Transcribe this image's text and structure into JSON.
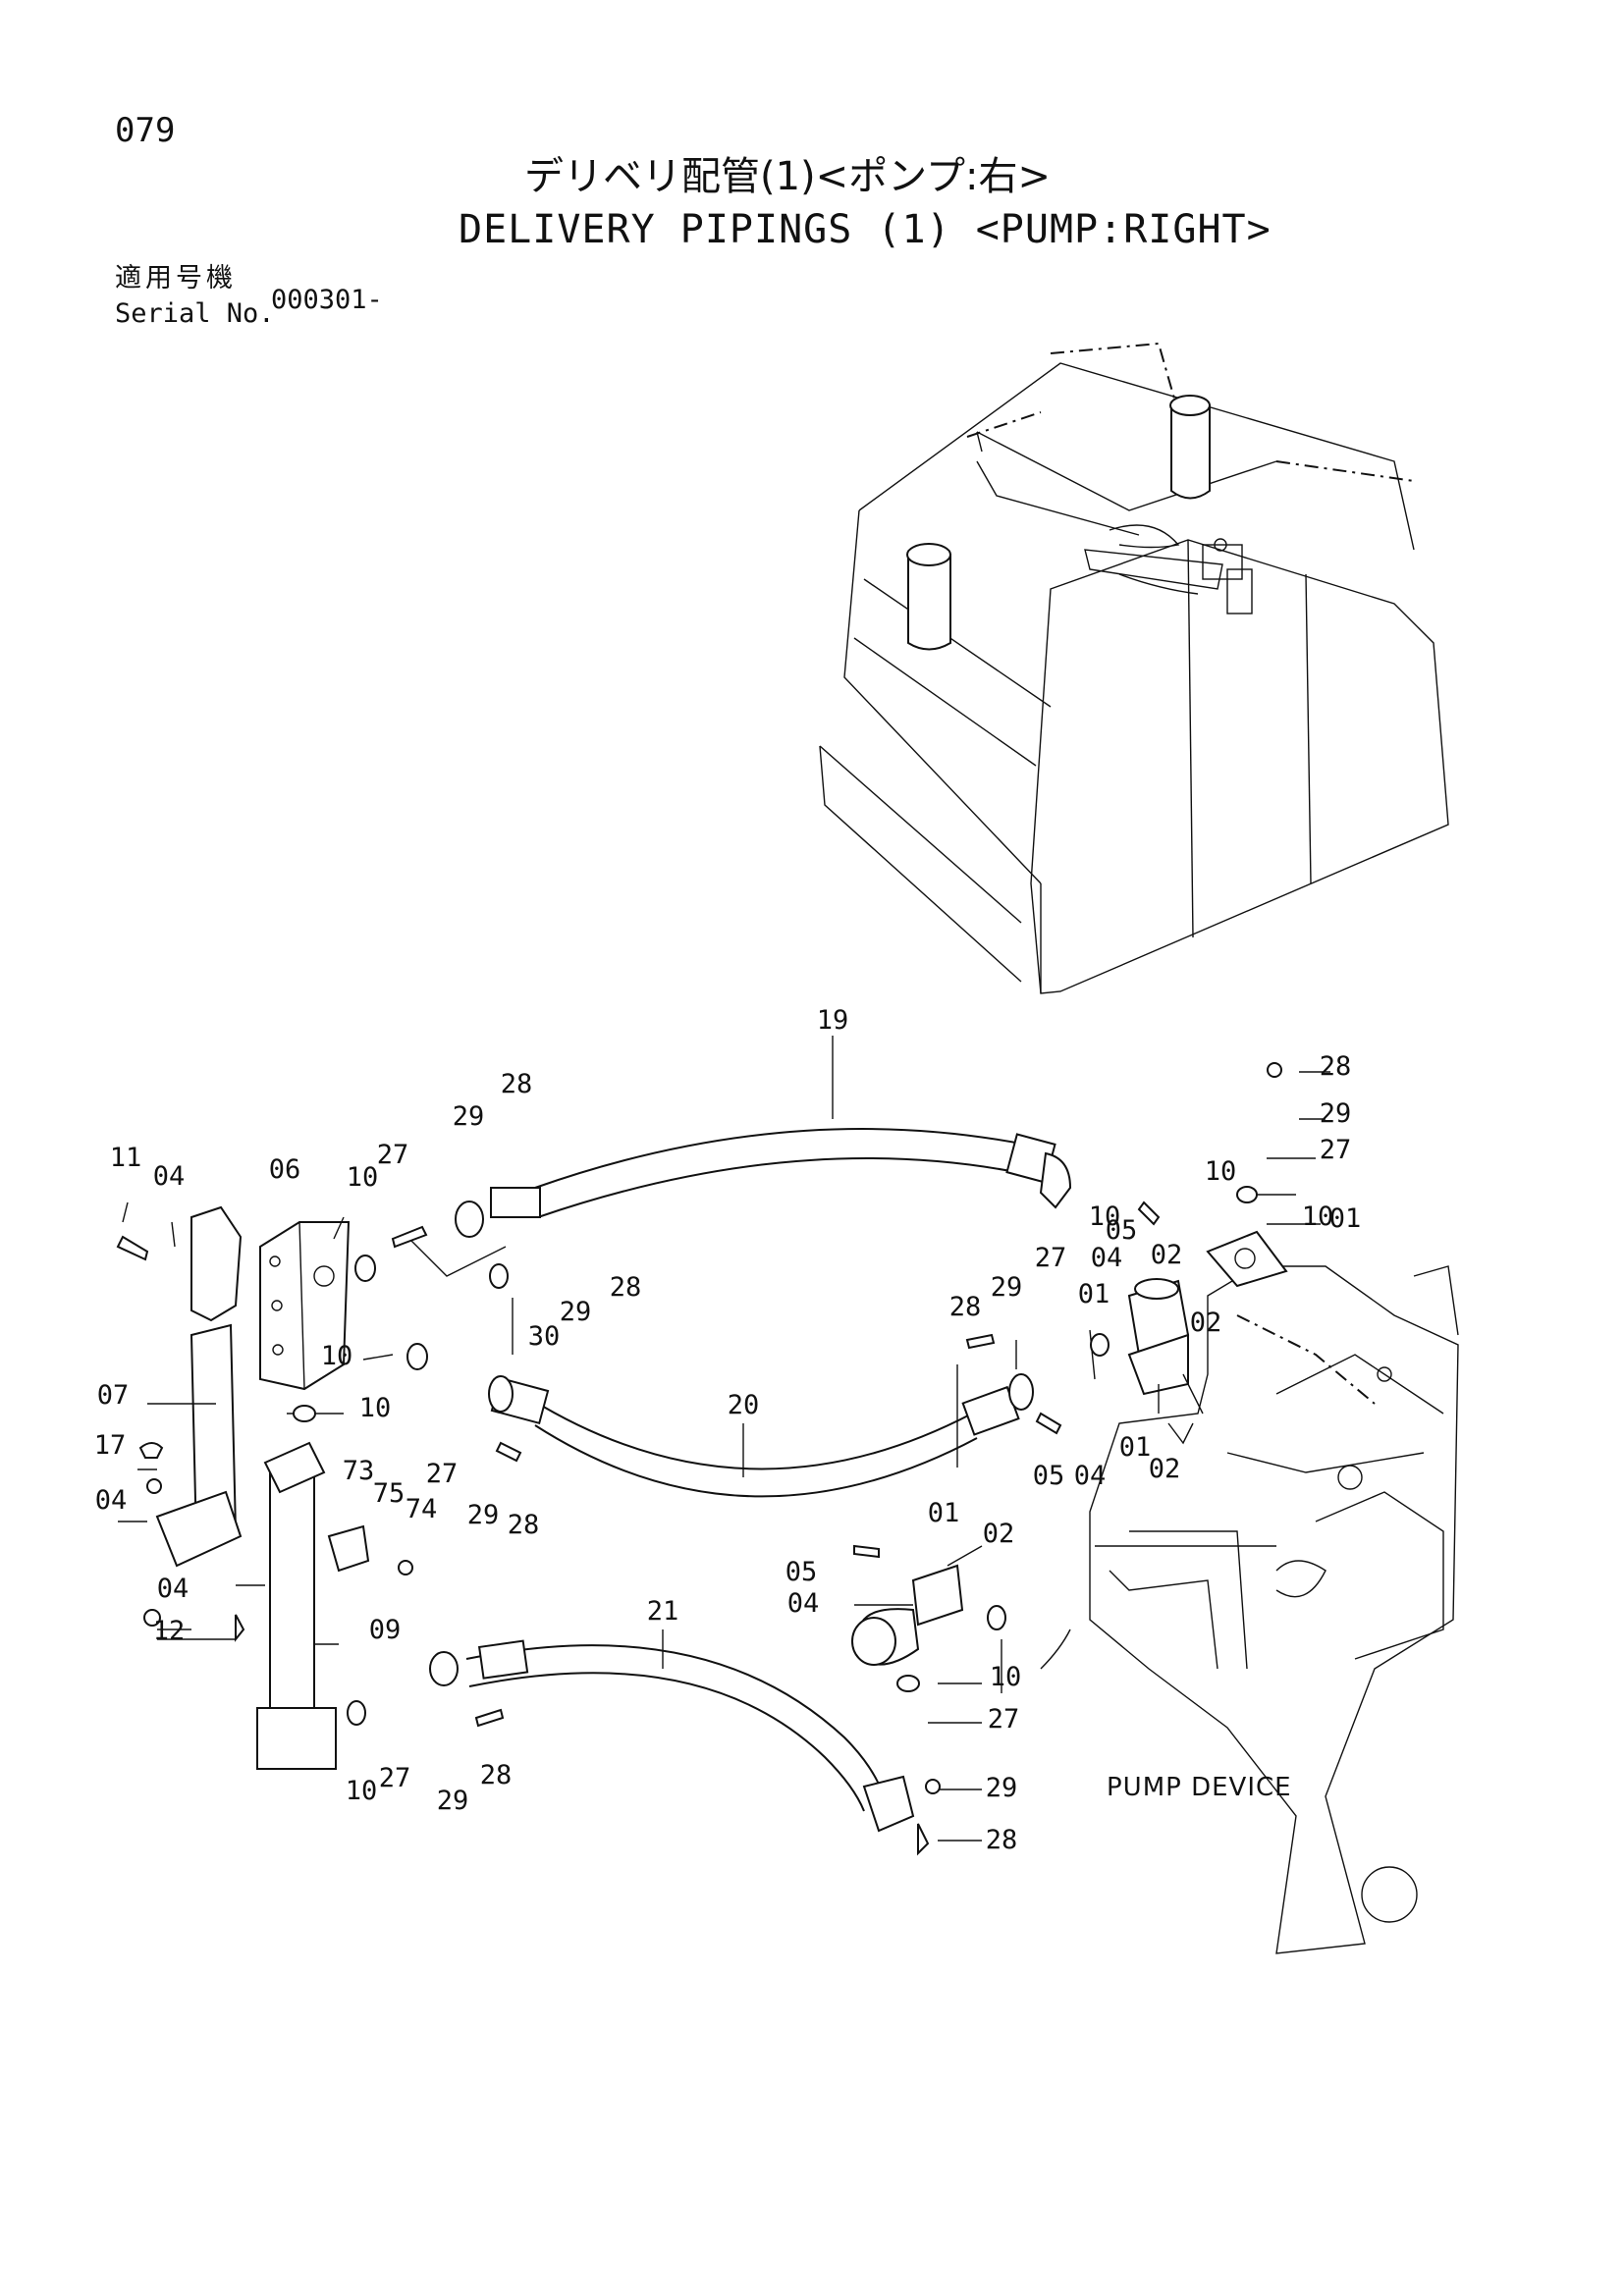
{
  "page": {
    "number": "079",
    "title_ja": "デリベリ配管(1)<ポンプ:右>",
    "title_en": "DELIVERY PIPINGS (1) <PUMP:RIGHT>",
    "serial_label_ja": "適用号機",
    "serial_label_en": "Serial No.",
    "serial_value": "000301-"
  },
  "diagram": {
    "caption": "PUMP DEVICE",
    "callouts": [
      "19",
      "28",
      "28",
      "29",
      "29",
      "27",
      "27",
      "11",
      "04",
      "06",
      "10",
      "10",
      "28",
      "29",
      "30",
      "10",
      "01",
      "10",
      "05",
      "04",
      "02",
      "01",
      "02",
      "10",
      "20",
      "27",
      "29",
      "28",
      "10",
      "07",
      "17",
      "04",
      "27",
      "29",
      "28",
      "05",
      "04",
      "01",
      "02",
      "73",
      "75",
      "74",
      "04",
      "12",
      "09",
      "21",
      "01",
      "05",
      "04",
      "02",
      "10",
      "27",
      "29",
      "28",
      "10",
      "27",
      "29",
      "28"
    ]
  }
}
